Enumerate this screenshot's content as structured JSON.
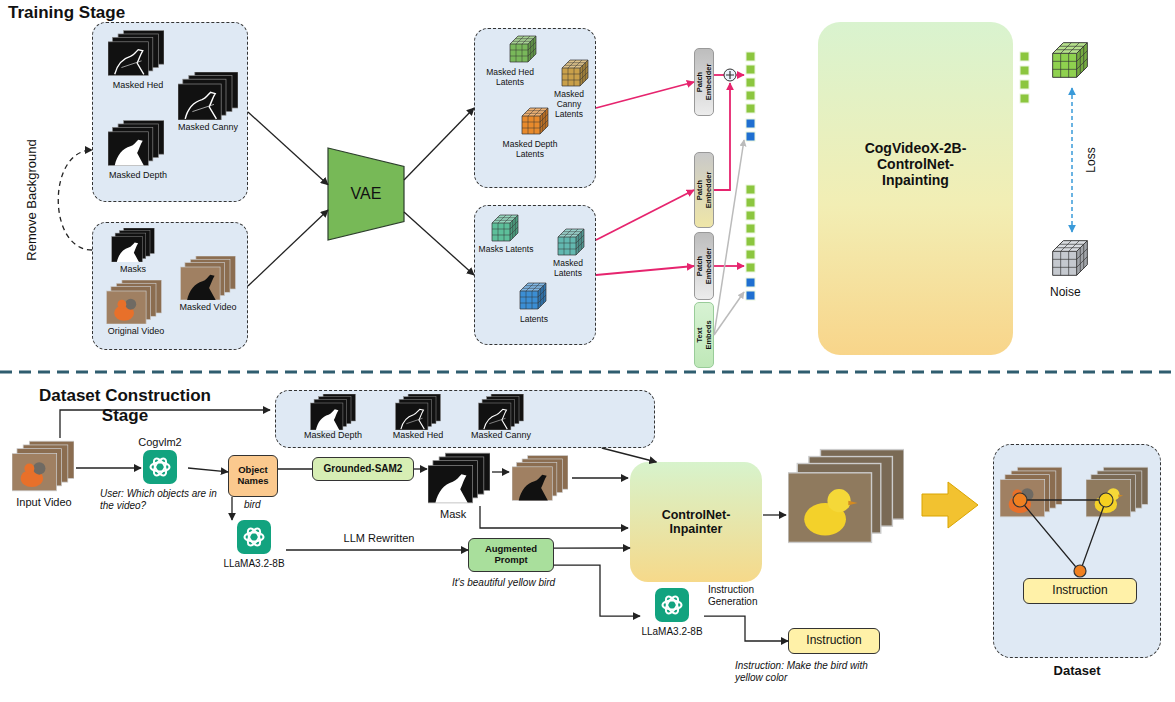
{
  "diagram": {
    "nodes": [
      {
        "text": [
          "Masked Hed",
          "Masked Canny",
          "Masked Depth"
        ]
      },
      {
        "text": [
          "Masks",
          "Masked Video",
          "Original Video"
        ]
      },
      {
        "text": [
          "VAE"
        ]
      },
      {
        "text": [
          "Masked Hed Latents",
          "Masked Canny Latents",
          "Masked Depth Latents"
        ]
      },
      {
        "text": [
          "Masks Latents",
          "Masked Latents",
          "Latents"
        ]
      },
      {
        "text": [
          "Patch Embedder"
        ]
      },
      {
        "text": [
          "Patch Embedder"
        ]
      },
      {
        "text": [
          "Patch Embedder"
        ]
      },
      {
        "text": [
          "Text Embeds"
        ]
      },
      {
        "text": [
          "CogVideoX-2B-ControlNet-Inpainting"
        ]
      },
      {
        "text": [
          "Cogvlm2"
        ]
      },
      {
        "text": [
          "Masked Depth",
          "Masked Hed",
          "Masked Canny"
        ]
      },
      {
        "text": [
          "Object Names"
        ]
      },
      {
        "text": [
          "Grounded-SAM2"
        ]
      },
      {
        "text": [
          "LLaMA3.2-8B"
        ]
      },
      {
        "text": [
          "Augmented Prompt"
        ]
      },
      {
        "text": [
          "ControlNet-Inpainter"
        ]
      },
      {
        "text": [
          "LLaMA3.2-8B"
        ]
      },
      {
        "text": [
          "Instruction"
        ]
      },
      {
        "text": [
          "Dataset"
        ]
      },
      {
        "text": [
          "Instruction"
        ],
        "in": 19
      }
    ],
    "edges": [
      {
        "from": 1,
        "to": 0,
        "arrow": "to",
        "label": "Remove Background"
      },
      {
        "from": 0,
        "to": 2,
        "arrow": "to"
      },
      {
        "from": 1,
        "to": 2,
        "arrow": "to"
      },
      {
        "from": 2,
        "to": 3,
        "arrow": "to"
      },
      {
        "from": 2,
        "to": 4,
        "arrow": "to"
      },
      {
        "from": 3,
        "to": 5,
        "arrow": "to"
      },
      {
        "from": 4,
        "to": 6,
        "arrow": "to"
      },
      {
        "from": 4,
        "to": 7,
        "arrow": "to"
      },
      {
        "from": 10,
        "to": 12,
        "arrow": "to"
      },
      {
        "from": 12,
        "to": 13,
        "arrow": "none"
      },
      {
        "from": 12,
        "to": 14,
        "arrow": "to"
      },
      {
        "from": 14,
        "to": 15,
        "arrow": "to",
        "label": "LLM Rewritten"
      },
      {
        "from": 11,
        "to": 16,
        "arrow": "to"
      },
      {
        "from": 15,
        "to": 16,
        "arrow": "to"
      },
      {
        "from": 15,
        "to": 17,
        "arrow": "to"
      },
      {
        "from": 17,
        "to": 18,
        "arrow": "to",
        "label": "Instruction Generation"
      }
    ],
    "labels": [
      "Training Stage",
      "Noise",
      "Loss",
      "Dataset Construction Stage",
      "Input Video",
      "User: Which objects are in the video?",
      "bird",
      "Mask",
      "It's beautiful yellow bird",
      "Instruction: Make the bird with yellow color"
    ]
  }
}
